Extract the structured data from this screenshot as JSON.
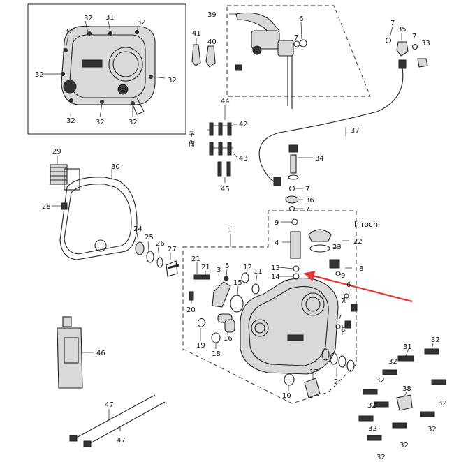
{
  "labels": {
    "c32": "32",
    "c31": "31",
    "c39": "39",
    "c6": "6",
    "c41": "41",
    "c40": "40",
    "c7": "7",
    "c35": "35",
    "c33": "33",
    "c44": "44",
    "c42": "42",
    "c43": "43",
    "c45": "45",
    "c37": "37",
    "c34": "34",
    "c36": "36",
    "c29": "29",
    "c30": "30",
    "c28": "28",
    "c24": "24",
    "c25": "25",
    "c26": "26",
    "c27": "27",
    "c1": "1",
    "c9": "9",
    "c4": "4",
    "c22": "22",
    "c23": "23",
    "c21": "21",
    "c3": "3",
    "c5": "5",
    "c12": "12",
    "c11": "11",
    "c15": "15",
    "c13": "13",
    "c14": "14",
    "c8": "8",
    "c20": "20",
    "c16": "16",
    "c19": "19",
    "c18": "18",
    "c17": "17",
    "c10": "10",
    "c2": "2",
    "c46": "46",
    "c47": "47",
    "c38": "38"
  },
  "spare_label": [
    "予",
    "備"
  ],
  "watermark": "hirochi",
  "colors": {
    "arrow": "#e53935",
    "line": "#222222"
  }
}
